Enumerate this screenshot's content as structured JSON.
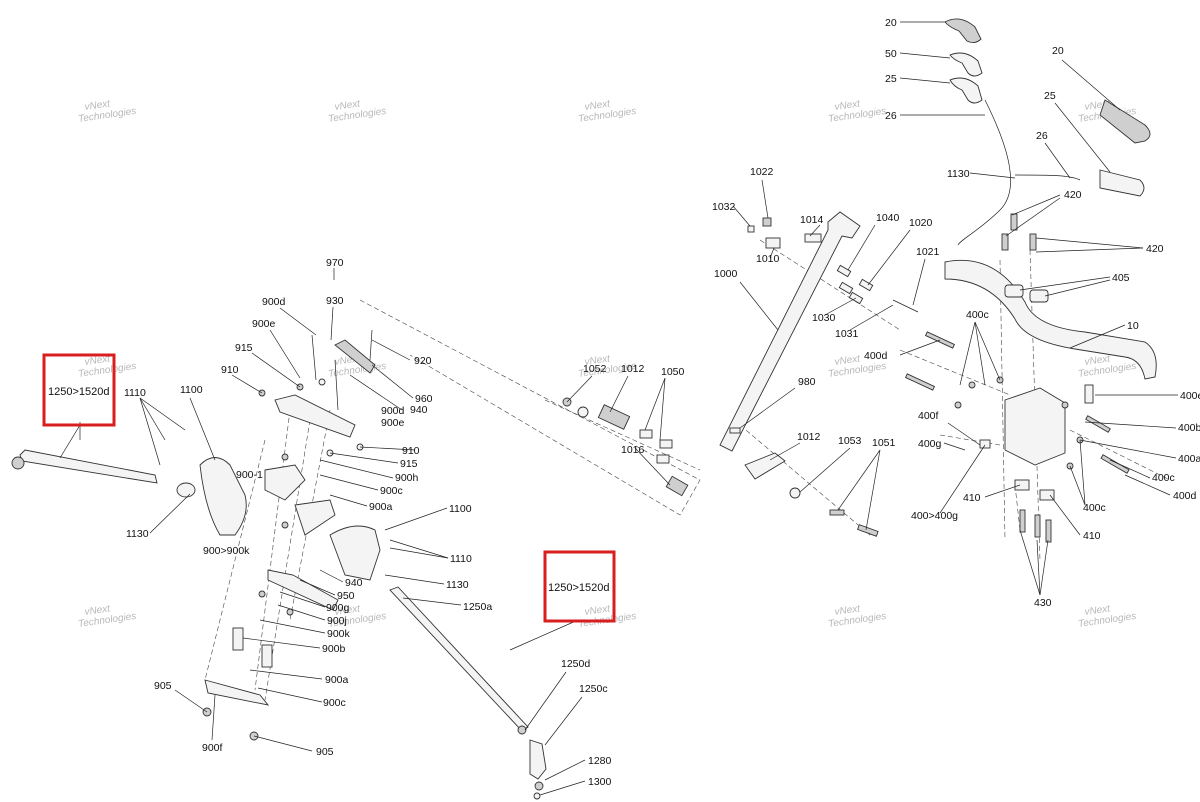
{
  "watermark_line1": "vNext",
  "watermark_line2": "Technologies",
  "highlight_labels": [
    "1250>1520d",
    "1250>1520d"
  ],
  "callouts": [
    "20",
    "50",
    "25",
    "26",
    "20",
    "25",
    "26",
    "1130",
    "420",
    "420",
    "405",
    "10",
    "1022",
    "1032",
    "1014",
    "1010",
    "1040",
    "1020",
    "1021",
    "1000",
    "1030",
    "1031",
    "970",
    "930",
    "900d",
    "900e",
    "915",
    "910",
    "920",
    "960",
    "900d",
    "940",
    "900e",
    "910",
    "915",
    "900h",
    "900c",
    "900a",
    "900-1",
    "900>900k",
    "1110",
    "1100",
    "1130",
    "1100",
    "1110",
    "1130",
    "940",
    "950",
    "900g",
    "900j",
    "900k",
    "900b",
    "900a",
    "900c",
    "905",
    "900f",
    "905",
    "1250a",
    "1250d",
    "1250c",
    "1280",
    "1300",
    "1052",
    "1012",
    "1050",
    "1016",
    "980",
    "1012",
    "1053",
    "1051",
    "400c",
    "400d",
    "400e",
    "400b",
    "400a",
    "400c",
    "400d",
    "400f",
    "400g",
    "400>400g",
    "410",
    "410",
    "400c",
    "430"
  ]
}
